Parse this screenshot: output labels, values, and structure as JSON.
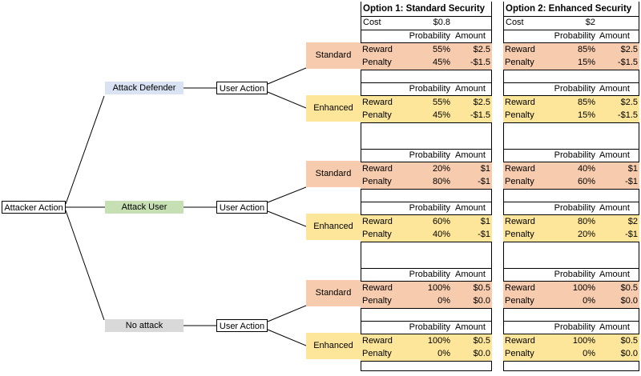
{
  "tree": {
    "root": "Attacker Action",
    "attacks": [
      {
        "label": "Attack Defender",
        "color": "#d9e3f3"
      },
      {
        "label": "Attack User",
        "color": "#c6e0b4"
      },
      {
        "label": "No attack",
        "color": "#d9d9d9"
      }
    ],
    "user_action": "User Action",
    "choices": [
      "Standard",
      "Enhanced"
    ],
    "choice_colors": {
      "standard": "#f7cbad",
      "enhanced": "#fde699"
    }
  },
  "options": [
    {
      "title": "Option 1: Standard Security",
      "cost_label": "Cost",
      "cost": "$0.8",
      "blocks": [
        {
          "hdr_p": "Probability",
          "hdr_a": "Amount",
          "rows": [
            [
              "Reward",
              "55%",
              "$2.5"
            ],
            [
              "Penalty",
              "45%",
              "-$1.5"
            ]
          ]
        },
        {
          "hdr_p": "Probability",
          "hdr_a": "Amount",
          "rows": [
            [
              "Reward",
              "55%",
              "$2.5"
            ],
            [
              "Penalty",
              "45%",
              "-$1.5"
            ]
          ]
        },
        {
          "hdr_p": "Probability",
          "hdr_a": "Amount",
          "rows": [
            [
              "Reward",
              "20%",
              "$1"
            ],
            [
              "Penalty",
              "80%",
              "-$1"
            ]
          ]
        },
        {
          "hdr_p": "Probability",
          "hdr_a": "Amount",
          "rows": [
            [
              "Reward",
              "60%",
              "$1"
            ],
            [
              "Penalty",
              "40%",
              "-$1"
            ]
          ]
        },
        {
          "hdr_p": "Probability",
          "hdr_a": "Amount",
          "rows": [
            [
              "Reward",
              "100%",
              "$0.5"
            ],
            [
              "Penalty",
              "0%",
              "$0.0"
            ]
          ]
        },
        {
          "hdr_p": "Probability",
          "hdr_a": "Amount",
          "rows": [
            [
              "Reward",
              "100%",
              "$0.5"
            ],
            [
              "Penalty",
              "0%",
              "$0.0"
            ]
          ]
        }
      ]
    },
    {
      "title": "Option 2: Enhanced Security",
      "cost_label": "Cost",
      "cost": "$2",
      "blocks": [
        {
          "hdr_p": "Probability",
          "hdr_a": "Amount",
          "rows": [
            [
              "Reward",
              "85%",
              "$2.5"
            ],
            [
              "Penalty",
              "15%",
              "-$1.5"
            ]
          ]
        },
        {
          "hdr_p": "Probability",
          "hdr_a": "Amount",
          "rows": [
            [
              "Reward",
              "85%",
              "$2.5"
            ],
            [
              "Penalty",
              "15%",
              "-$1.5"
            ]
          ]
        },
        {
          "hdr_p": "Probability",
          "hdr_a": "Amount",
          "rows": [
            [
              "Reward",
              "40%",
              "$1"
            ],
            [
              "Penalty",
              "60%",
              "-$1"
            ]
          ]
        },
        {
          "hdr_p": "Probability",
          "hdr_a": "Amount",
          "rows": [
            [
              "Reward",
              "80%",
              "$2"
            ],
            [
              "Penalty",
              "20%",
              "-$1"
            ]
          ]
        },
        {
          "hdr_p": "Probability",
          "hdr_a": "Amount",
          "rows": [
            [
              "Reward",
              "100%",
              "$0.5"
            ],
            [
              "Penalty",
              "0%",
              "$0.0"
            ]
          ]
        },
        {
          "hdr_p": "Probability",
          "hdr_a": "Amount",
          "rows": [
            [
              "Reward",
              "100%",
              "$0.5"
            ],
            [
              "Penalty",
              "0%",
              "$0.0"
            ]
          ]
        }
      ]
    }
  ]
}
